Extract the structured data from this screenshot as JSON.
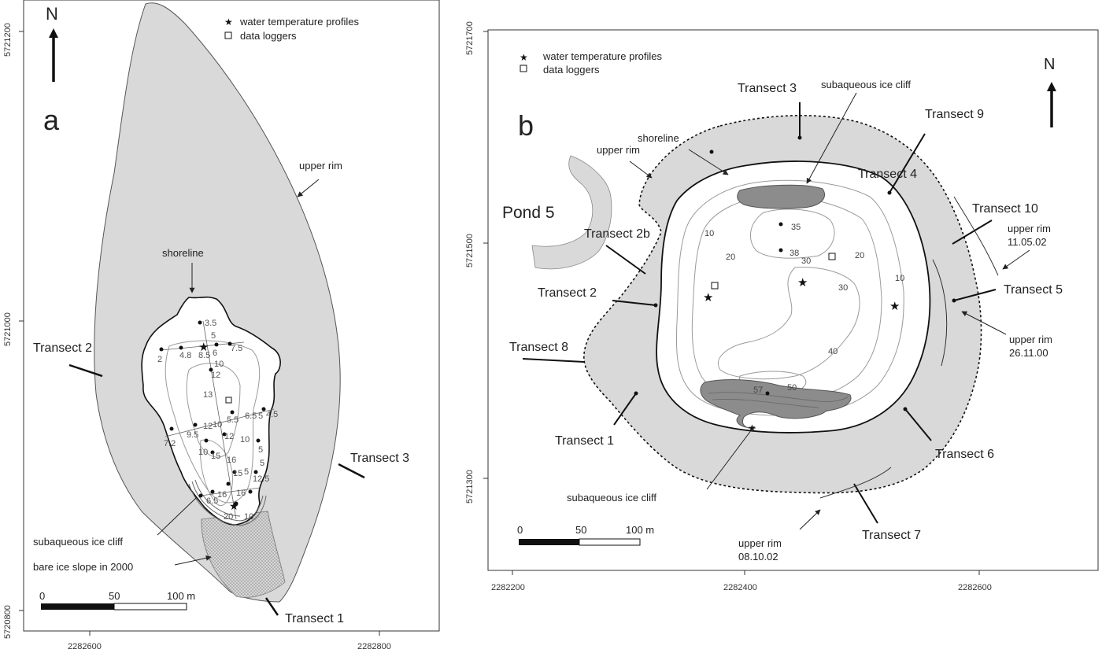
{
  "panel_a": {
    "letter": "a",
    "north": "N",
    "legend": {
      "star_label": "water temperature profiles",
      "square_label": "data loggers"
    },
    "labels": {
      "upper_rim": "upper rim",
      "shoreline": "shoreline",
      "transect_1": "Transect 1",
      "transect_2": "Transect 2",
      "transect_3": "Transect 3",
      "ice_cliff": "subaqueous ice cliff",
      "bare_ice": "bare ice slope in 2000"
    },
    "scale": {
      "zero": "0",
      "mid": "50",
      "end": "100 m"
    },
    "y_ticks": [
      "5721200",
      "5721000",
      "5720800"
    ],
    "x_ticks": [
      "2282600",
      "2282800"
    ],
    "depths": [
      "3.5",
      "5",
      "7.5",
      "2",
      "4.8",
      "8.5",
      "6",
      "10",
      "12",
      "13",
      "5",
      "6.5",
      "4.5",
      "5.5",
      "9.5",
      "12",
      "10",
      "7.2",
      "12",
      "10",
      "10",
      "15",
      "16",
      "5",
      "5",
      "15",
      "5",
      "12.5",
      "6.5",
      "16",
      "16",
      "20",
      "10"
    ]
  },
  "panel_b": {
    "letter": "b",
    "north": "N",
    "legend": {
      "star_label": "water temperature profiles",
      "square_label": "data loggers"
    },
    "labels": {
      "pond": "Pond 5",
      "transect_1": "Transect 1",
      "transect_2": "Transect 2",
      "transect_2b": "Transect 2b",
      "transect_3": "Transect 3",
      "transect_4": "Transect 4",
      "transect_5": "Transect 5",
      "transect_6": "Transect 6",
      "transect_7": "Transect 7",
      "transect_8": "Transect 8",
      "transect_9": "Transect 9",
      "transect_10": "Transect 10",
      "shoreline": "shoreline",
      "upper_rim": "upper rim",
      "ice_cliff_top": "subaqueous ice cliff",
      "ice_cliff_bottom": "subaqueous ice cliff",
      "rim_1105": "upper rim",
      "rim_1105_date": "11.05.02",
      "rim_2611": "upper rim",
      "rim_2611_date": "26.11.00",
      "rim_0810": "upper rim",
      "rim_0810_date": "08.10.02"
    },
    "contours": [
      "10",
      "20",
      "30",
      "20",
      "10",
      "30",
      "40",
      "50"
    ],
    "depth_points": [
      "35",
      "38",
      "57"
    ],
    "scale": {
      "zero": "0",
      "mid": "50",
      "end": "100 m"
    },
    "y_ticks": [
      "5721700",
      "5721500",
      "5721300"
    ],
    "x_ticks": [
      "2282200",
      "2282400",
      "2282600"
    ]
  }
}
